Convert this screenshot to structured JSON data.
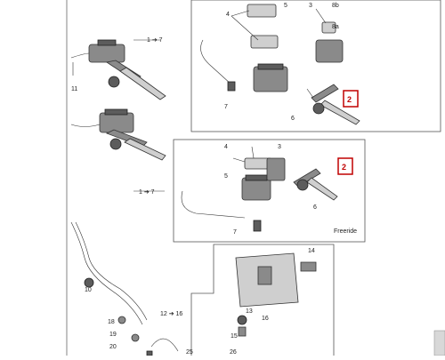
{
  "labels": {
    "l_1_7_top": "1 ➔ 7",
    "l_1_7_mid": "1 ➔ 7",
    "l_11": "11",
    "l_4_top": "4",
    "l_5_top": "5",
    "l_3": "3",
    "l_8b": "8b",
    "l_8a": "8a",
    "l_7_top": "7",
    "l_6_top": "6",
    "l_2_top": "2",
    "l_4_mid": "4",
    "l_3_mid": "3",
    "l_5_mid": "5",
    "l_6_mid": "6",
    "l_7_mid": "7",
    "l_2_mid": "2",
    "freeride": "Freeride",
    "l_14": "14",
    "l_13": "13",
    "l_16": "16",
    "l_15": "15",
    "l_12_16": "12 ➔ 16",
    "l_10": "10",
    "l_18": "18",
    "l_19": "19",
    "l_20": "20",
    "l_25": "25",
    "l_26": "26"
  },
  "colors": {
    "highlight": "#c00000",
    "part_fill": "#8a8a8a",
    "line": "#333333"
  }
}
